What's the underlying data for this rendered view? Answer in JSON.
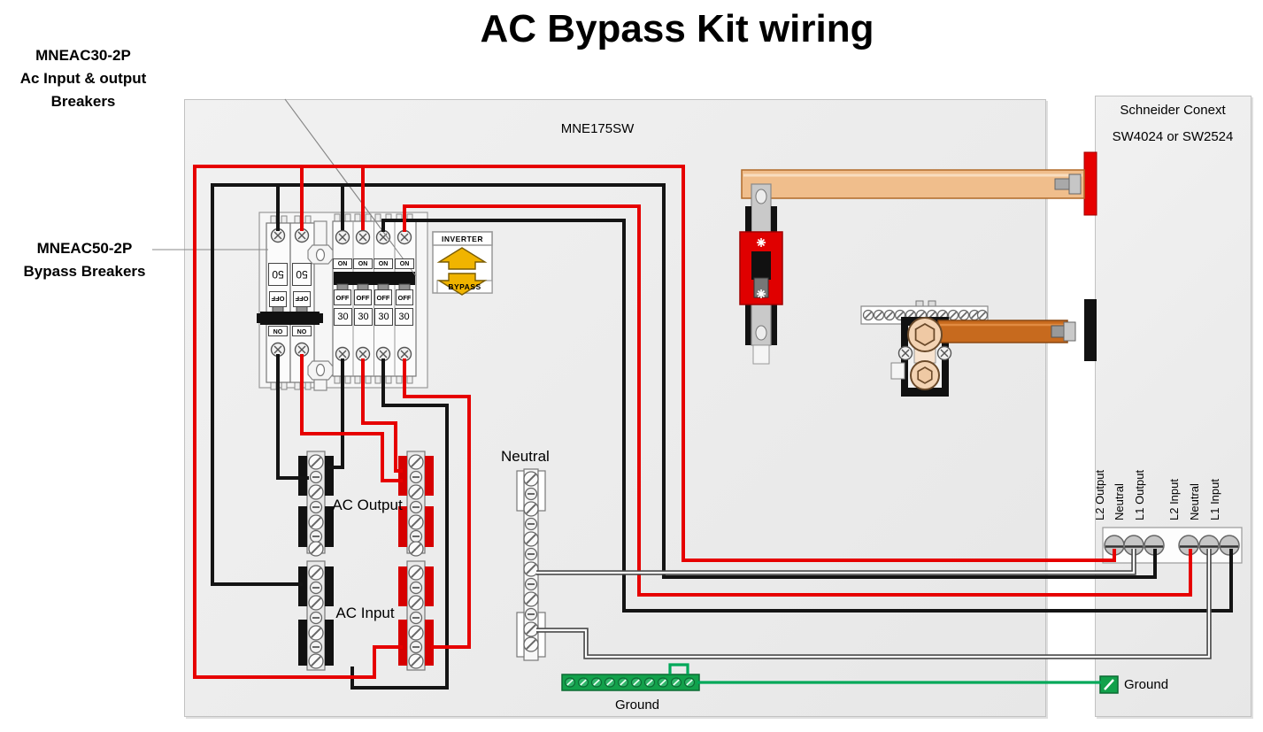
{
  "title": "AC Bypass Kit wiring",
  "callouts": {
    "ac_breakers": {
      "line1": "MNEAC30-2P",
      "line2": "Ac Input & output",
      "line3": "Breakers"
    },
    "bypass_breakers": {
      "line1": "MNEAC50-2P",
      "line2": "Bypass Breakers"
    }
  },
  "main_panel": {
    "label": "MNE175SW"
  },
  "inverter_panel": {
    "title_line1": "Schneider Conext",
    "title_line2": "SW4024 or SW2524",
    "ground_label": "Ground"
  },
  "sign": {
    "top": "INVERTER",
    "bottom": "BYPASS"
  },
  "breakers": {
    "on": "ON",
    "off": "OFF",
    "amp_30": "30",
    "amp_50": "50"
  },
  "terminal_blocks": {
    "ac_output": "AC Output",
    "ac_input": "AC Input"
  },
  "bus_bars": {
    "neutral": "Neutral",
    "ground": "Ground"
  },
  "inverter_terminals": [
    "L2 Output",
    "Neutral",
    "L1 Output",
    "L2 Input",
    "Neutral",
    "L1 Input"
  ],
  "wire_colors": {
    "line_red": "#E60000",
    "line_black": "#141414",
    "neutral_white": "#FFFFFF",
    "ground_green": "#00A859"
  }
}
